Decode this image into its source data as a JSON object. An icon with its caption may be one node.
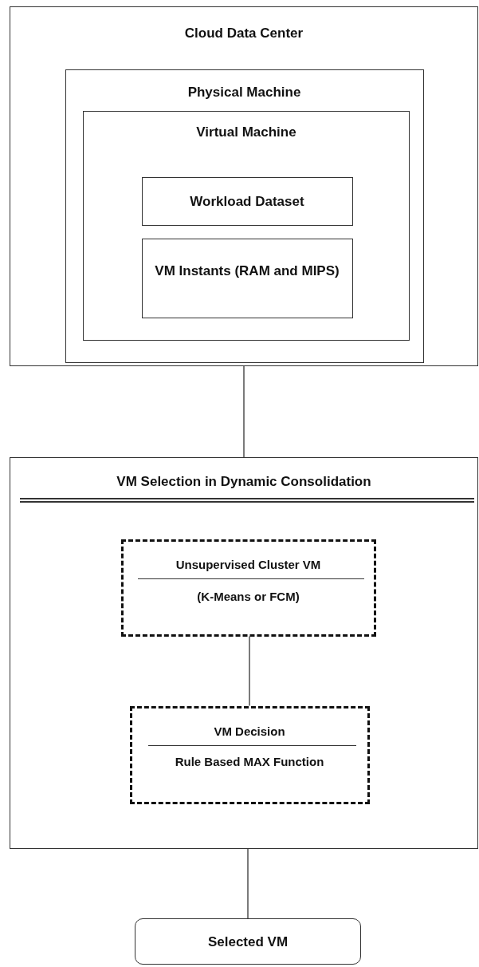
{
  "diagram": {
    "nodes": [
      {
        "text": [
          "Cloud Data Center"
        ]
      },
      {
        "text": [
          "Physical Machine"
        ],
        "in": 0
      },
      {
        "text": [
          "Virtual Machine"
        ],
        "in": 1
      },
      {
        "text": [
          "Workload Dataset"
        ],
        "in": 2
      },
      {
        "text": [
          "VM Instants (RAM and MIPS)"
        ],
        "in": 2
      },
      {
        "text": [
          "VM Selection in Dynamic Consolidation"
        ]
      },
      {
        "text": [
          "Unsupervised Cluster VM",
          "(K-Means or FCM)"
        ],
        "in": 5
      },
      {
        "text": [
          "VM Decision",
          "Rule Based MAX Function"
        ],
        "in": 5
      },
      {
        "text": [
          "Selected VM"
        ]
      }
    ],
    "edges": [
      {
        "from": 0,
        "to": 5,
        "arrow": "none"
      },
      {
        "from": 6,
        "to": 7,
        "arrow": "none"
      },
      {
        "from": 5,
        "to": 8,
        "arrow": "none"
      }
    ]
  }
}
